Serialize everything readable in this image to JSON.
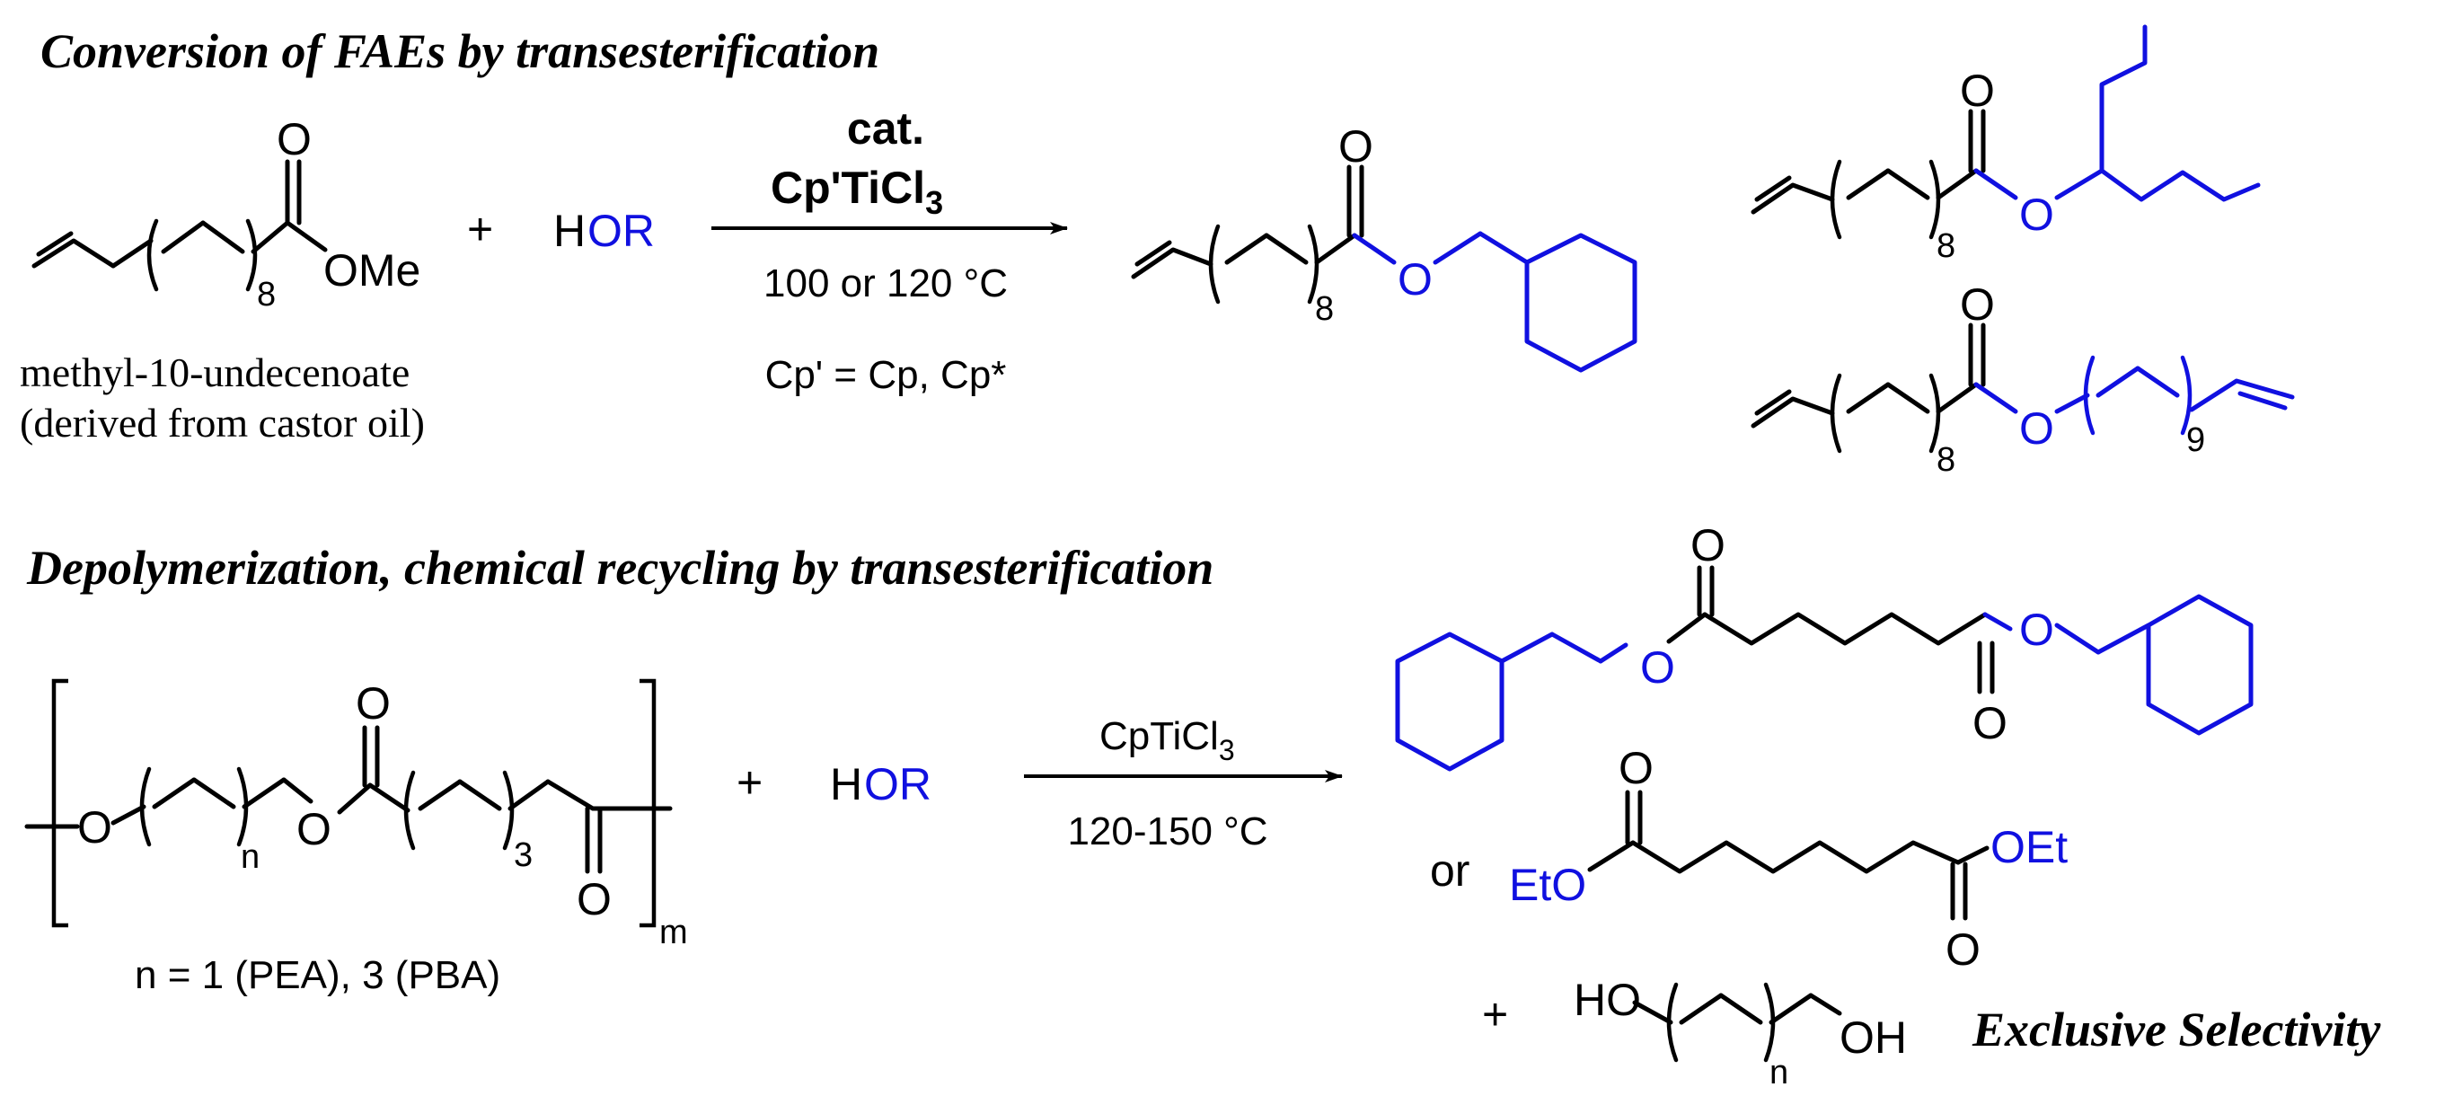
{
  "scheme": {
    "section1": {
      "heading": "Conversion of FAEs by transesterification",
      "reactant": {
        "ester_oxygen": "O",
        "methoxy": "OMe",
        "chain_repeat": "8",
        "name_line1": "methyl-10-undecenoate",
        "name_line2": "(derived from castor oil)"
      },
      "plus": "+",
      "alcohol": {
        "h": "H",
        "or": "OR"
      },
      "arrow_above_line1": "cat.",
      "arrow_above_line2": "Cp'TiCl",
      "arrow_above_line2_sub": "3",
      "arrow_below_line1": "100 or 120 °C",
      "arrow_below_line2": "Cp' = Cp, Cp*",
      "products": {
        "p1": {
          "carbonyl_o": "O",
          "ester_o": "O",
          "repeat": "8"
        },
        "p2": {
          "carbonyl_o": "O",
          "ester_o": "O",
          "repeat": "8"
        },
        "p3": {
          "carbonyl_o": "O",
          "ester_o": "O",
          "repeat_acid": "8",
          "repeat_alcohol": "9"
        }
      }
    },
    "section2": {
      "heading": "Depolymerization, chemical recycling by transesterification",
      "polymer": {
        "o1": "O",
        "o2": "O",
        "carbonyl_o1": "O",
        "carbonyl_o2": "O",
        "repeat_n": "n",
        "repeat_3": "3",
        "repeat_m": "m",
        "caption": "n = 1 (PEA), 3 (PBA)"
      },
      "plus1": "+",
      "alcohol": {
        "h": "H",
        "or": "OR"
      },
      "arrow_above": "CpTiCl",
      "arrow_above_sub": "3",
      "arrow_below": "120-150 °C",
      "products": {
        "dicyclohexyl": {
          "o_top": "O",
          "o_ester_left": "O",
          "o_ester_right": "O",
          "o_bottom": "O"
        },
        "or": "or",
        "diethyl": {
          "eto": "EtO",
          "oet": "OEt",
          "o_top": "O",
          "o_bottom": "O"
        },
        "plus2": "+",
        "diol": {
          "ho": "HO",
          "oh": "OH",
          "repeat_n": "n"
        },
        "selectivity": "Exclusive Selectivity"
      }
    }
  }
}
